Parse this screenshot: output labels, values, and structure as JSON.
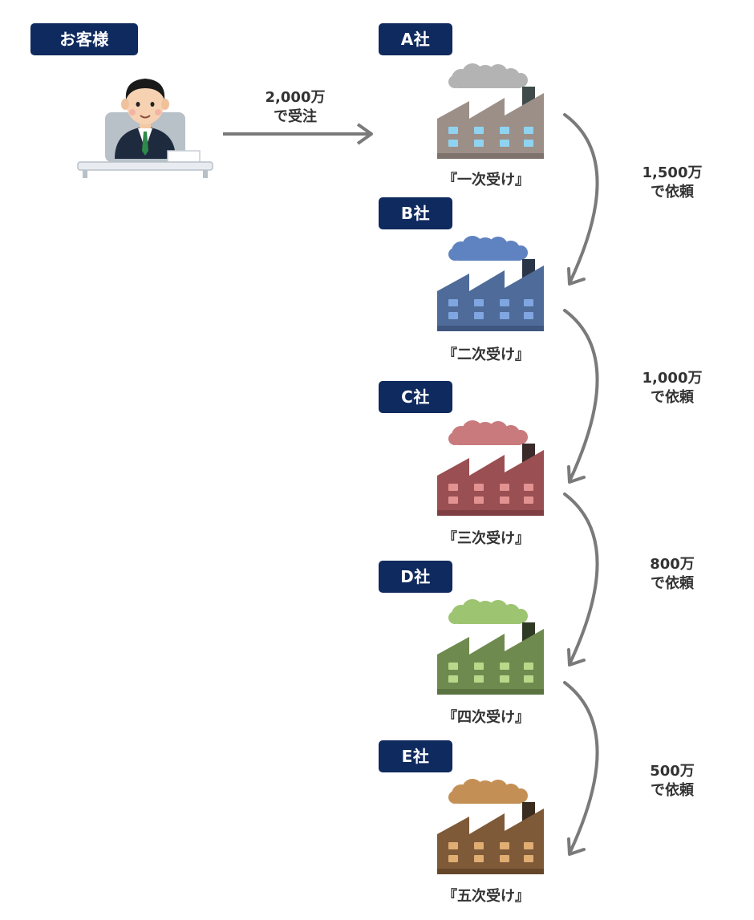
{
  "customer": {
    "label": "お客様",
    "order": {
      "amount": "2,000万",
      "action": "で受注"
    }
  },
  "companies": [
    {
      "name": "A社",
      "tier": "『一次受け』",
      "body": "#9b8f88",
      "dark": "#7e736c",
      "window": "#8fd3f0",
      "smoke": "#b3b3b3",
      "chimney": "#3f4a4a"
    },
    {
      "name": "B社",
      "tier": "『二次受け』",
      "body": "#4f6b99",
      "dark": "#3f5780",
      "window": "#7fa6e0",
      "smoke": "#5f82c0",
      "chimney": "#2a3548"
    },
    {
      "name": "C社",
      "tier": "『三次受け』",
      "body": "#9a4f52",
      "dark": "#7f3f42",
      "window": "#e39292",
      "smoke": "#c97a7c",
      "chimney": "#3a2a2a"
    },
    {
      "name": "D社",
      "tier": "『四次受け』",
      "body": "#6f8a4f",
      "dark": "#5a7340",
      "window": "#b9d98a",
      "smoke": "#9dc470",
      "chimney": "#2f3a25"
    },
    {
      "name": "E社",
      "tier": "『五次受け』",
      "body": "#7e5a38",
      "dark": "#664629",
      "window": "#e0ad73",
      "smoke": "#c48f55",
      "chimney": "#3a2c1e"
    }
  ],
  "requests": [
    {
      "amount": "1,500万",
      "action": "で依頼"
    },
    {
      "amount": "1,000万",
      "action": "で依頼"
    },
    {
      "amount": "800万",
      "action": "で依頼"
    },
    {
      "amount": "500万",
      "action": "で依頼"
    }
  ],
  "colors": {
    "badge": "#0f2a5e",
    "arrow": "#7a7a7a",
    "text": "#333333"
  }
}
